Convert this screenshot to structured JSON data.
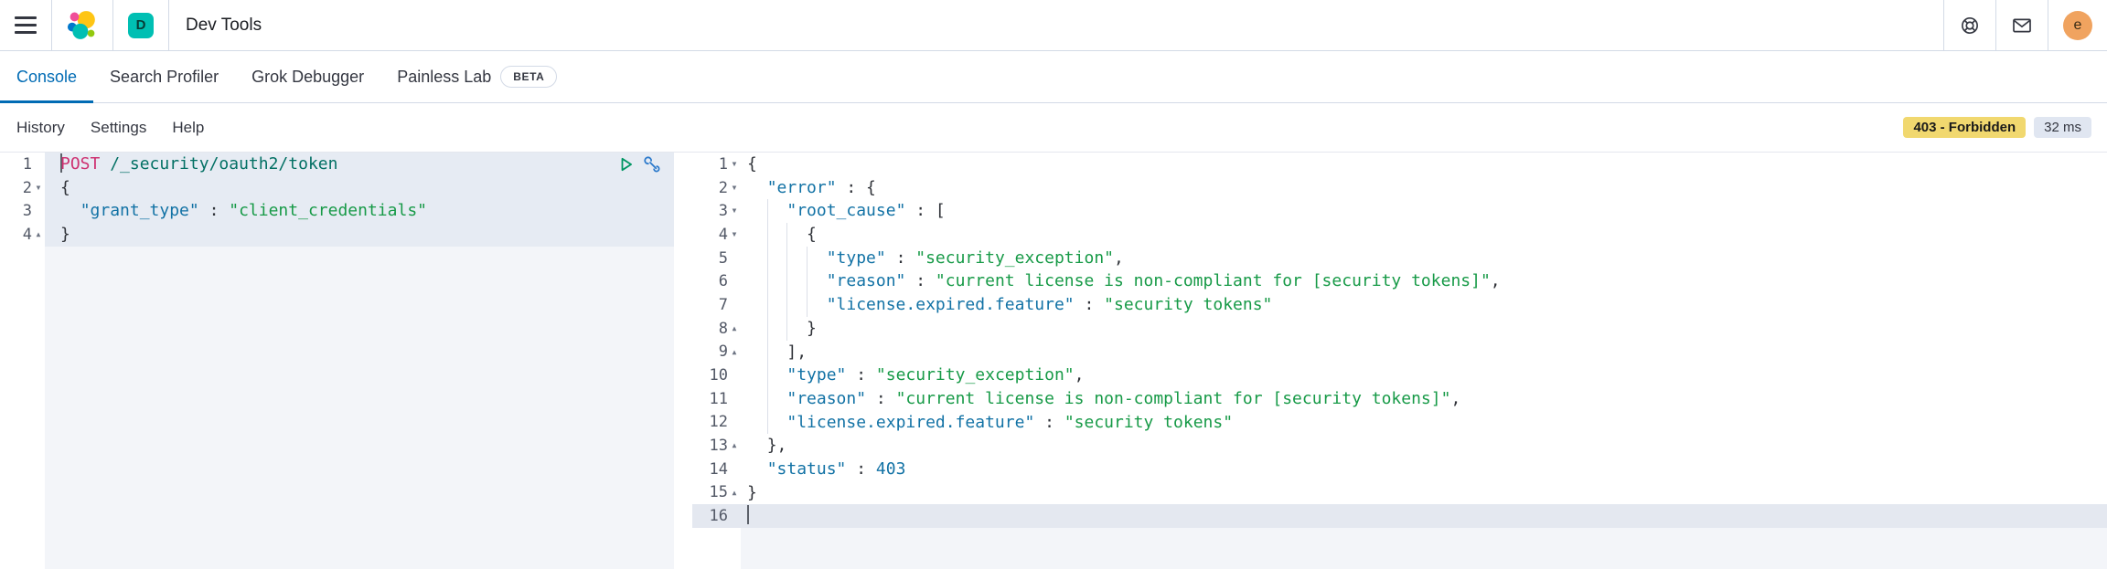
{
  "navbar": {
    "title": "Dev Tools",
    "space_initial": "D",
    "avatar_initial": "e",
    "icons": [
      "menu-icon",
      "elastic-logo",
      "help-icon",
      "email-icon",
      "user-avatar"
    ]
  },
  "tabs": {
    "items": [
      {
        "label": "Console",
        "active": true
      },
      {
        "label": "Search Profiler",
        "active": false
      },
      {
        "label": "Grok Debugger",
        "active": false
      },
      {
        "label": "Painless Lab",
        "active": false,
        "badge": "BETA"
      }
    ]
  },
  "toolbar": {
    "menus": [
      {
        "label": "History"
      },
      {
        "label": "Settings"
      },
      {
        "label": "Help"
      }
    ],
    "status_badge": "403 - Forbidden",
    "time_badge": "32 ms"
  },
  "colors": {
    "accent_blue": "#006bb4",
    "border": "#d3dae6",
    "method_pink": "#ce3271",
    "url_teal": "#037064",
    "key_blue": "#1272a5",
    "string_green": "#179a47",
    "badge_yellow": "#f1d86f",
    "badge_gray": "#e0e6f1",
    "space_teal": "#00bfb3",
    "avatar_orange": "#f0a35f",
    "request_highlight": "#e6ebf3",
    "active_line": "#e4e8f0"
  },
  "request_editor": {
    "lines": [
      {
        "num": "1",
        "fold": "",
        "col": 0,
        "hl": true,
        "cursor": true,
        "segments": [
          {
            "c": "method",
            "t": "POST"
          },
          {
            "c": "plain",
            "t": " "
          },
          {
            "c": "url",
            "t": "/_security/oauth2/token"
          }
        ]
      },
      {
        "num": "2",
        "fold": "open",
        "col": 0,
        "hl": true,
        "segments": [
          {
            "c": "plain",
            "t": "{"
          }
        ]
      },
      {
        "num": "3",
        "fold": "",
        "col": 2,
        "hl": true,
        "segments": [
          {
            "c": "key",
            "t": "\"grant_type\""
          },
          {
            "c": "plain",
            "t": " : "
          },
          {
            "c": "str",
            "t": "\"client_credentials\""
          }
        ]
      },
      {
        "num": "4",
        "fold": "close",
        "col": 0,
        "hl": true,
        "segments": [
          {
            "c": "plain",
            "t": "}"
          }
        ]
      }
    ]
  },
  "response_editor": {
    "lines": [
      {
        "num": "1",
        "fold": "open",
        "col": 0,
        "segments": [
          {
            "c": "plain",
            "t": "{"
          }
        ]
      },
      {
        "num": "2",
        "fold": "open",
        "col": 2,
        "segments": [
          {
            "c": "key",
            "t": "\"error\""
          },
          {
            "c": "plain",
            "t": " : {"
          }
        ]
      },
      {
        "num": "3",
        "fold": "open",
        "col": 4,
        "segments": [
          {
            "c": "key",
            "t": "\"root_cause\""
          },
          {
            "c": "plain",
            "t": " : ["
          }
        ]
      },
      {
        "num": "4",
        "fold": "open",
        "col": 6,
        "segments": [
          {
            "c": "plain",
            "t": "{"
          }
        ]
      },
      {
        "num": "5",
        "fold": "",
        "col": 8,
        "segments": [
          {
            "c": "key",
            "t": "\"type\""
          },
          {
            "c": "plain",
            "t": " : "
          },
          {
            "c": "str",
            "t": "\"security_exception\""
          },
          {
            "c": "plain",
            "t": ","
          }
        ]
      },
      {
        "num": "6",
        "fold": "",
        "col": 8,
        "segments": [
          {
            "c": "key",
            "t": "\"reason\""
          },
          {
            "c": "plain",
            "t": " : "
          },
          {
            "c": "str",
            "t": "\"current license is non-compliant for [security tokens]\""
          },
          {
            "c": "plain",
            "t": ","
          }
        ]
      },
      {
        "num": "7",
        "fold": "",
        "col": 8,
        "segments": [
          {
            "c": "key",
            "t": "\"license.expired.feature\""
          },
          {
            "c": "plain",
            "t": " : "
          },
          {
            "c": "str",
            "t": "\"security tokens\""
          }
        ]
      },
      {
        "num": "8",
        "fold": "close",
        "col": 6,
        "segments": [
          {
            "c": "plain",
            "t": "}"
          }
        ]
      },
      {
        "num": "9",
        "fold": "close",
        "col": 4,
        "segments": [
          {
            "c": "plain",
            "t": "],"
          }
        ]
      },
      {
        "num": "10",
        "fold": "",
        "col": 4,
        "segments": [
          {
            "c": "key",
            "t": "\"type\""
          },
          {
            "c": "plain",
            "t": " : "
          },
          {
            "c": "str",
            "t": "\"security_exception\""
          },
          {
            "c": "plain",
            "t": ","
          }
        ]
      },
      {
        "num": "11",
        "fold": "",
        "col": 4,
        "segments": [
          {
            "c": "key",
            "t": "\"reason\""
          },
          {
            "c": "plain",
            "t": " : "
          },
          {
            "c": "str",
            "t": "\"current license is non-compliant for [security tokens]\""
          },
          {
            "c": "plain",
            "t": ","
          }
        ]
      },
      {
        "num": "12",
        "fold": "",
        "col": 4,
        "segments": [
          {
            "c": "key",
            "t": "\"license.expired.feature\""
          },
          {
            "c": "plain",
            "t": " : "
          },
          {
            "c": "str",
            "t": "\"security tokens\""
          }
        ]
      },
      {
        "num": "13",
        "fold": "close",
        "col": 2,
        "segments": [
          {
            "c": "plain",
            "t": "},"
          }
        ]
      },
      {
        "num": "14",
        "fold": "",
        "col": 2,
        "segments": [
          {
            "c": "key",
            "t": "\"status\""
          },
          {
            "c": "plain",
            "t": " : "
          },
          {
            "c": "num",
            "t": "403"
          }
        ]
      },
      {
        "num": "15",
        "fold": "close",
        "col": 0,
        "segments": [
          {
            "c": "plain",
            "t": "}"
          }
        ]
      },
      {
        "num": "16",
        "fold": "",
        "col": 0,
        "hl": true,
        "cursor": true,
        "segments": []
      }
    ]
  }
}
